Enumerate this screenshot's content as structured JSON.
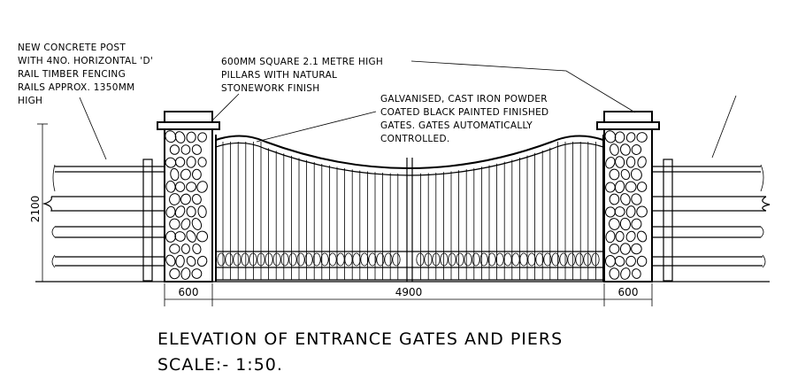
{
  "notes": {
    "fence": [
      "NEW CONCRETE POST",
      "WITH 4NO. HORIZONTAL 'D'",
      "RAIL TIMBER FENCING",
      "RAILS APPROX. 1350MM",
      "HIGH"
    ],
    "pillars": [
      "600MM SQUARE 2.1 METRE HIGH",
      "PILLARS WITH NATURAL",
      "STONEWORK FINISH"
    ],
    "gates": [
      "GALVANISED, CAST IRON POWDER",
      "COATED BLACK PAINTED FINISHED",
      "GATES. GATES AUTOMATICALLY",
      "CONTROLLED."
    ]
  },
  "dimensions": {
    "height": "2100",
    "left_pier": "600",
    "gate": "4900",
    "right_pier": "600"
  },
  "title": {
    "line1": "ELEVATION OF ENTRANCE GATES AND PIERS",
    "line2": "SCALE:- 1:50."
  }
}
